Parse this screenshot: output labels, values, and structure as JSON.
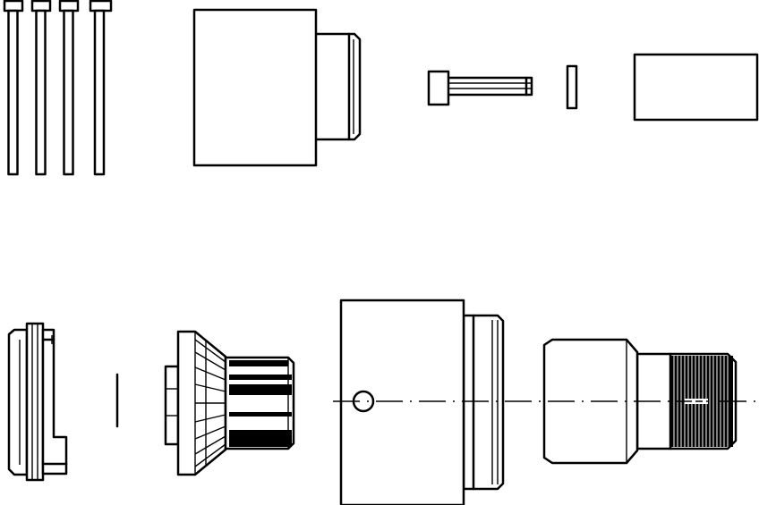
{
  "figure": {
    "type": "exploded-assembly-drawing",
    "line_color": "#000000",
    "background": "#ffffff",
    "parts": [
      {
        "name": "cap-screw",
        "count": 4
      },
      {
        "name": "housing-with-stub-shaft"
      },
      {
        "name": "pin"
      },
      {
        "name": "key"
      },
      {
        "name": "rectangular-block"
      },
      {
        "name": "flanged-sleeve"
      },
      {
        "name": "key"
      },
      {
        "name": "bevel-gear-with-spline"
      },
      {
        "name": "main-housing"
      },
      {
        "name": "splined-shaft"
      }
    ]
  }
}
